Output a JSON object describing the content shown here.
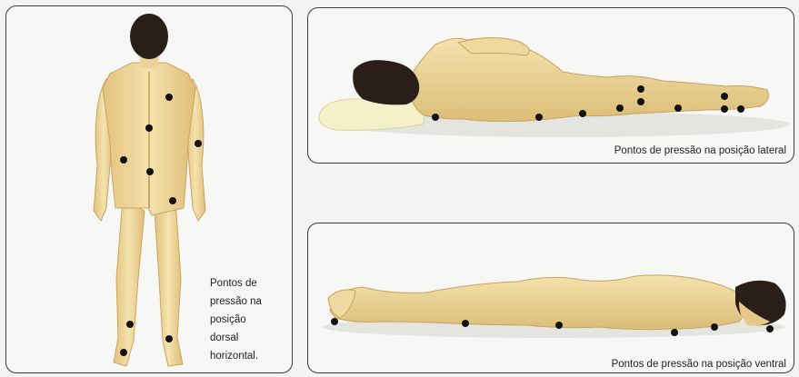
{
  "captions": {
    "dorsal": [
      "Pontos de",
      "pressão na",
      "posição",
      "dorsal",
      "horizontal."
    ],
    "lateral": "Pontos de pressão na posição lateral",
    "ventral": "Pontos de pressão na posição ventral"
  },
  "colors": {
    "skin": "#f1dca0",
    "skin_shade": "#d9bc73",
    "hair": "#2a1f18",
    "pillow": "#f4f0c8",
    "pressure_point": "#111111",
    "border": "#3a3a3a"
  }
}
